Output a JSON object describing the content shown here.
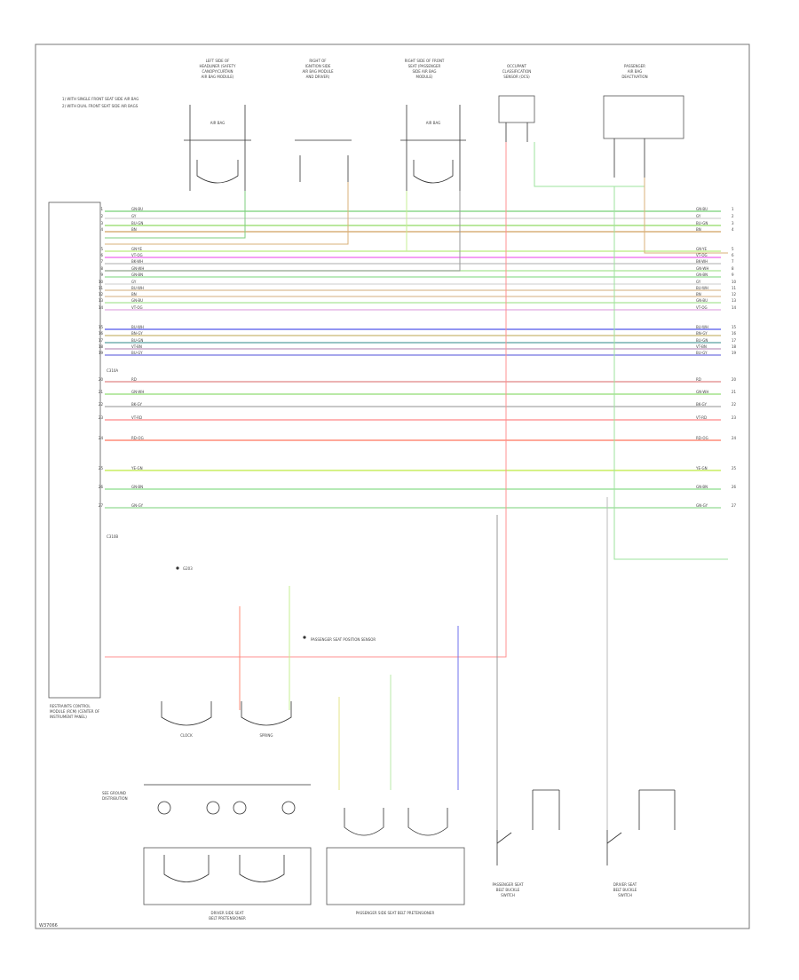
{
  "figure_code": "W37066",
  "module": {
    "name_lines": [
      "RESTRAINTS CONTROL",
      "MODULE (RCM) (CENTER OF",
      "INSTRUMENT PANEL)"
    ],
    "connector_a": "C310A",
    "connector_b": "C310B"
  },
  "notes": [
    "1) WITH SINGLE FRONT SEAT SIDE AIR BAG",
    "2) WITH DUAL FRONT SEAT SIDE AIR BAGS"
  ],
  "top_components": [
    {
      "id": "lh-side-curtain",
      "lines": [
        "LEFT SIDE OF",
        "HEADLINER (SAFETY",
        "CANOPY/CURTAIN",
        "AIR BAG MODULE)"
      ]
    },
    {
      "id": "lh-front-seat",
      "lines": [
        "RIGHT OF",
        "IGNITION SIDE",
        "AIR BAG MODULE",
        "AND DRIVER)"
      ]
    },
    {
      "id": "rh-front-seat",
      "lines": [
        "RIGHT SIDE OF FRONT",
        "SEAT (PASSENGER",
        "SIDE AIR BAG",
        "MODULE)"
      ]
    },
    {
      "id": "occupant-sensor",
      "lines": [
        "OCCUPANT",
        "CLASSIFICATION",
        "SENSOR (OCS)"
      ]
    },
    {
      "id": "passenger-switch",
      "lines": [
        "PASSENGER",
        "AIR BAG",
        "DEACTIVATION"
      ]
    }
  ],
  "bottom_labels": {
    "driver_module": [
      "DRIVER SIDE SEAT",
      "BELT PRETENSIONER"
    ],
    "passenger_module": [
      "PASSENGER SIDE SEAT BELT PRETENSIONER"
    ],
    "passenger_buckle": [
      "PASSENGER SEAT",
      "BELT BUCKLE",
      "SWITCH"
    ],
    "driver_buckle": [
      "DRIVER SEAT",
      "BELT BUCKLE",
      "SWITCH"
    ],
    "clockspring": [
      "CLOCK",
      "SPRING"
    ],
    "left_note": [
      "SEE GROUND",
      "DISTRIBUTION"
    ],
    "ground_note": "G203",
    "mid_note": "PASSENGER SEAT POSITION SENSOR"
  },
  "wires": [
    {
      "pin": "1",
      "color": "#8ed88e",
      "label": "GN-BU"
    },
    {
      "pin": "2",
      "color": "#d9d9d9",
      "label": "GY"
    },
    {
      "pin": "3",
      "color": "#a3e07f",
      "label": "BU-GN"
    },
    {
      "pin": "4",
      "color": "#d9b07a",
      "label": "BN"
    },
    {
      "pin": "5",
      "color": "#c6ef93",
      "label": "GN-YE"
    },
    {
      "pin": "6",
      "color": "#f07ef0",
      "label": "VT-OG"
    },
    {
      "pin": "7",
      "color": "#c9c9c9",
      "label": "BK-WH"
    },
    {
      "pin": "8",
      "color": "#b7e9a6",
      "label": "GN-WH"
    },
    {
      "pin": "9",
      "color": "#a5e3a5",
      "label": "GN-BN"
    },
    {
      "pin": "10",
      "color": "#dedede",
      "label": "GY"
    },
    {
      "pin": "11",
      "color": "#e2c8a5",
      "label": "BU-WH"
    },
    {
      "pin": "12",
      "color": "#e3c9a9",
      "label": "BN"
    },
    {
      "pin": "13",
      "color": "#b8eaa8",
      "label": "GN-BU"
    },
    {
      "pin": "14",
      "color": "#e5b9e5",
      "label": "VT-OG"
    },
    {
      "pin": "15",
      "color": "#6f72ee",
      "label": "BU-WH"
    },
    {
      "pin": "16",
      "color": "#d2c48a",
      "label": "BN-GY"
    },
    {
      "pin": "17",
      "color": "#75b0b0",
      "label": "BU-GN"
    },
    {
      "pin": "18",
      "color": "#c9a9c9",
      "label": "VT-BN"
    },
    {
      "pin": "19",
      "color": "#8a8ae6",
      "label": "BU-GY"
    },
    {
      "pin": "20",
      "color": "#e59a9a",
      "label": "RD"
    },
    {
      "pin": "21",
      "color": "#a3e28a",
      "label": "GN-WH"
    },
    {
      "pin": "22",
      "color": "#b5b5b5",
      "label": "BK-GY"
    },
    {
      "pin": "23",
      "color": "#ff9c9c",
      "label": "VT-RD"
    },
    {
      "pin": "24",
      "color": "#ff8c78",
      "label": "RD-OG"
    },
    {
      "pin": "25",
      "color": "#c8ee60",
      "label": "YE-GN"
    },
    {
      "pin": "26",
      "color": "#9ee39e",
      "label": "GN-BN"
    },
    {
      "pin": "27",
      "color": "#a6e0a6",
      "label": "GN-GY"
    }
  ]
}
